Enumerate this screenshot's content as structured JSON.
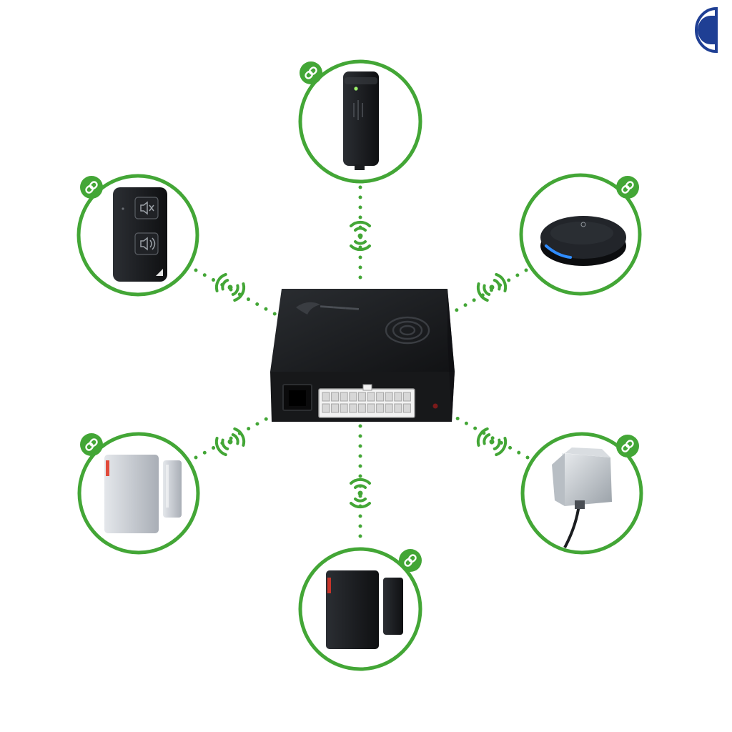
{
  "colors": {
    "accent": "#43a636",
    "device_dark": "#1b1d20",
    "device_light": "#c9cdd3",
    "logo_blue": "#1f3f94"
  },
  "logo": {
    "icon": "brand-logo-icon"
  },
  "hub": {
    "name": "wireless-alarm-control-unit",
    "icon": "control-unit-icon"
  },
  "devices": [
    {
      "id": "signal-repeater",
      "icon": "repeater-icon",
      "paired_icon": "link-icon",
      "signal_icon": "wireless-signal-icon"
    },
    {
      "id": "remote-control",
      "icon": "remote-control-icon",
      "paired_icon": "link-icon",
      "signal_icon": "wireless-signal-icon"
    },
    {
      "id": "round-hub-sensor",
      "icon": "round-sensor-icon",
      "paired_icon": "link-icon",
      "signal_icon": "wireless-signal-icon"
    },
    {
      "id": "door-sensor-white",
      "icon": "door-sensor-icon",
      "paired_icon": "link-icon",
      "signal_icon": "wireless-signal-icon"
    },
    {
      "id": "metal-contact-sensor",
      "icon": "metal-sensor-icon",
      "paired_icon": "link-icon",
      "signal_icon": "wireless-signal-icon"
    },
    {
      "id": "door-sensor-black",
      "icon": "door-sensor-icon",
      "paired_icon": "link-icon",
      "signal_icon": "wireless-signal-icon"
    }
  ]
}
